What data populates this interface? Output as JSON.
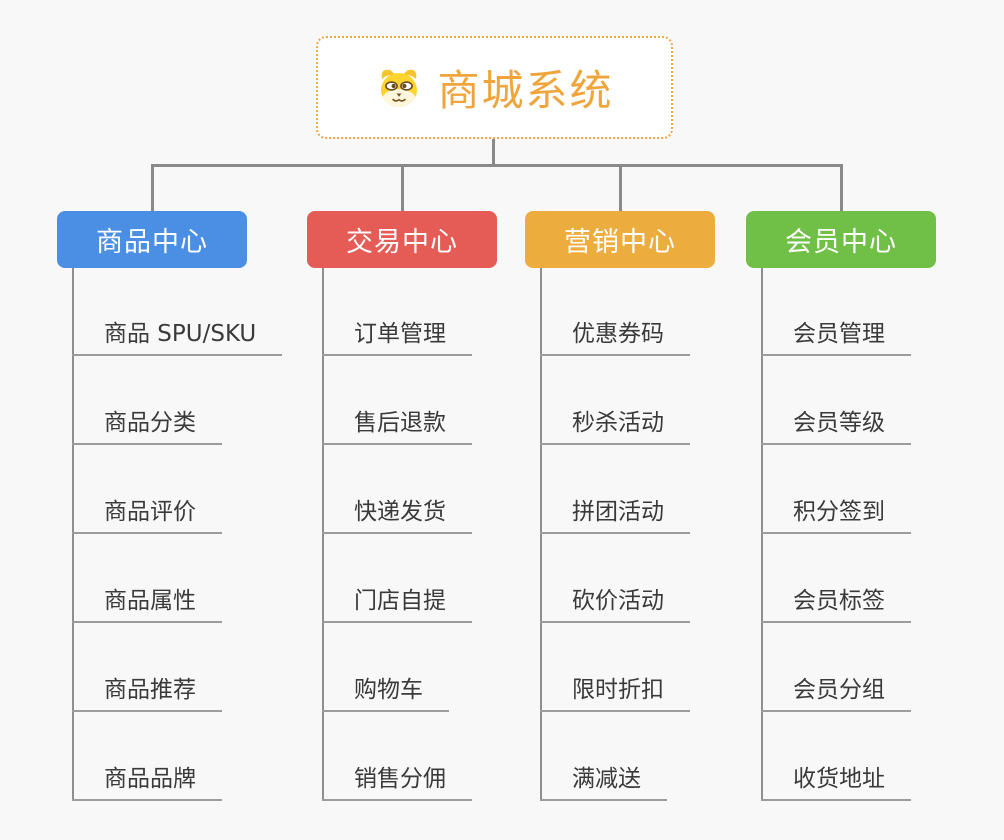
{
  "root": {
    "title": "商城系统",
    "icon": "doge-face-icon"
  },
  "colors": {
    "background": "#F8F8F8",
    "root_accent": "#F0A53C",
    "root_border": "#F3A648",
    "connector": "#8A8A8A",
    "leaf_line": "#9C9C9C",
    "leaf_text": "#3A3A3A"
  },
  "branches": [
    {
      "label": "商品中心",
      "color": "#4B8FE4",
      "items": [
        "商品 SPU/SKU",
        "商品分类",
        "商品评价",
        "商品属性",
        "商品推荐",
        "商品品牌"
      ]
    },
    {
      "label": "交易中心",
      "color": "#E55B55",
      "items": [
        "订单管理",
        "售后退款",
        "快递发货",
        "门店自提",
        "购物车",
        "销售分佣"
      ]
    },
    {
      "label": "营销中心",
      "color": "#EDAC3E",
      "items": [
        "优惠券码",
        "秒杀活动",
        "拼团活动",
        "砍价活动",
        "限时折扣",
        "满减送"
      ]
    },
    {
      "label": "会员中心",
      "color": "#70BF46",
      "items": [
        "会员管理",
        "会员等级",
        "积分签到",
        "会员标签",
        "会员分组",
        "收货地址"
      ]
    }
  ]
}
